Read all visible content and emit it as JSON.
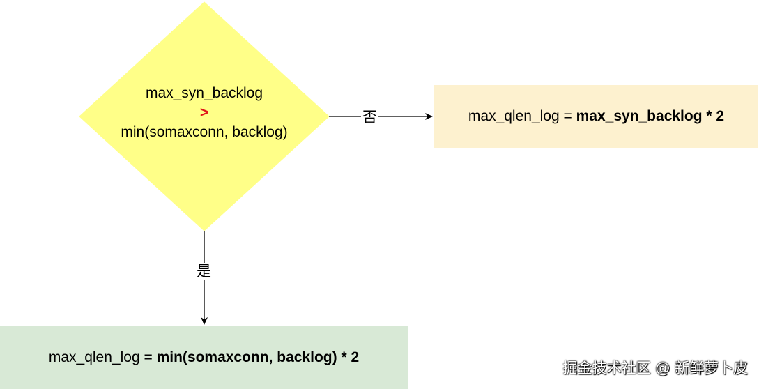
{
  "decision": {
    "line1": "max_syn_backlog",
    "operator": ">",
    "line2": "min(somaxconn, backlog)",
    "fill_color": "#ffff88"
  },
  "edges": {
    "no_label": "否",
    "yes_label": "是"
  },
  "result_no": {
    "prefix": "max_qlen_log = ",
    "bold": "max_syn_backlog",
    "suffix": " * 2",
    "fill_color": "#fdf1cf"
  },
  "result_yes": {
    "prefix": "max_qlen_log = ",
    "bold": "min(somaxconn, backlog)",
    "suffix": " * 2",
    "fill_color": "#d8e9d6"
  },
  "watermark": "掘金技术社区 @ 新鲜萝卜皮"
}
